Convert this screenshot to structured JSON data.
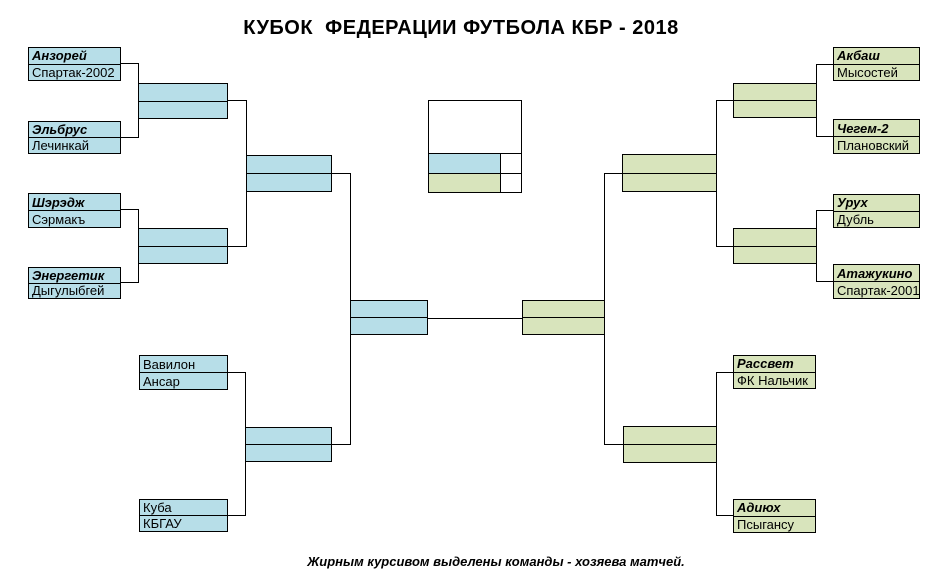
{
  "title": "КУБОК  ФЕДЕРАЦИИ ФУТБОЛА КБР - 2018",
  "footnote": "Жирным курсивом выделены команды - хозяева матчей.",
  "colors": {
    "left_bracket_fill": "#B7DEE8",
    "right_bracket_fill": "#D8E4BC",
    "line": "#000000",
    "background": "#FFFFFF"
  },
  "bracket": {
    "left": {
      "first_round": [
        {
          "team1": "Анзорей",
          "team2": "Спартак-2002",
          "team1_host": true
        },
        {
          "team1": "Эльбрус",
          "team2": "Лечинкай",
          "team1_host": true
        },
        {
          "team1": "Шэрэдж",
          "team2": "Сэрмакъ",
          "team1_host": true
        },
        {
          "team1": "Энергетик",
          "team2": "Дыгулыбгей",
          "team1_host": true
        }
      ],
      "second_round": [
        {
          "team1": "Вавилон",
          "team2": "Ансар",
          "team1_host": false
        },
        {
          "team1": "Куба",
          "team2": "КБГАУ",
          "team1_host": false
        }
      ]
    },
    "right": {
      "first_round": [
        {
          "team1": "Акбаш",
          "team2": "Мысостей",
          "team1_host": true
        },
        {
          "team1": "Чегем-2",
          "team2": "Плановский",
          "team1_host": true
        },
        {
          "team1": "Урух",
          "team2": "Дубль",
          "team1_host": true
        },
        {
          "team1": "Атажукино",
          "team2": "Спартак-2001",
          "team1_host": true
        }
      ],
      "second_round": [
        {
          "team1": "Рассвет",
          "team2": "ФК Нальчик",
          "team1_host": true
        },
        {
          "team1": "Адиюх",
          "team2": "Псыгансу",
          "team1_host": true
        }
      ]
    }
  }
}
